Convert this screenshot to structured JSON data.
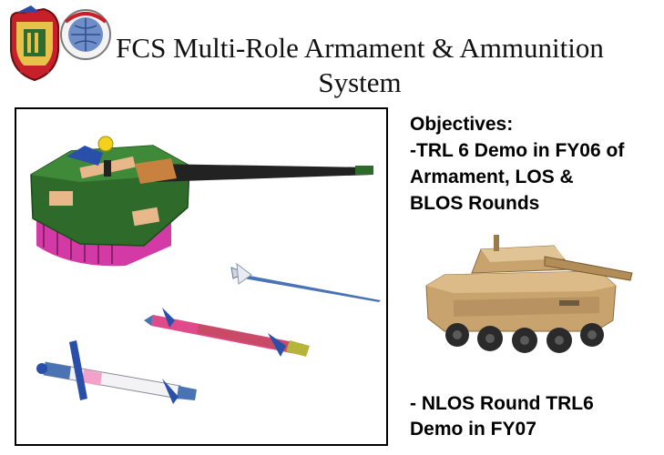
{
  "header": {
    "title_line1": "FCS Multi-Role Armament & Ammunition",
    "title_line2": "System",
    "logos": [
      "us-army-crest-icon",
      "america-s-arsenal-globe-icon"
    ]
  },
  "objectives": {
    "heading": "Objectives:",
    "item1_line1": "-TRL 6 Demo in FY06 of",
    "item1_line2": "Armament, LOS &",
    "item1_line3": "BLOS Rounds"
  },
  "nlos": {
    "line1": "- NLOS Round TRL6",
    "line2": "Demo in FY07"
  },
  "illustrations": [
    "turret-icon",
    "kinetic-round-icon",
    "blos-round-icon",
    "multipurpose-round-icon",
    "vehicle-icon"
  ],
  "colors": {
    "turret_green": "#2e6b2a",
    "turret_magenta": "#d43aa6",
    "tan_panel": "#e8b88a",
    "barrel": "#222222",
    "vehicle_tan": "#c9a36d",
    "projectile_blue": "#4a73b3"
  }
}
